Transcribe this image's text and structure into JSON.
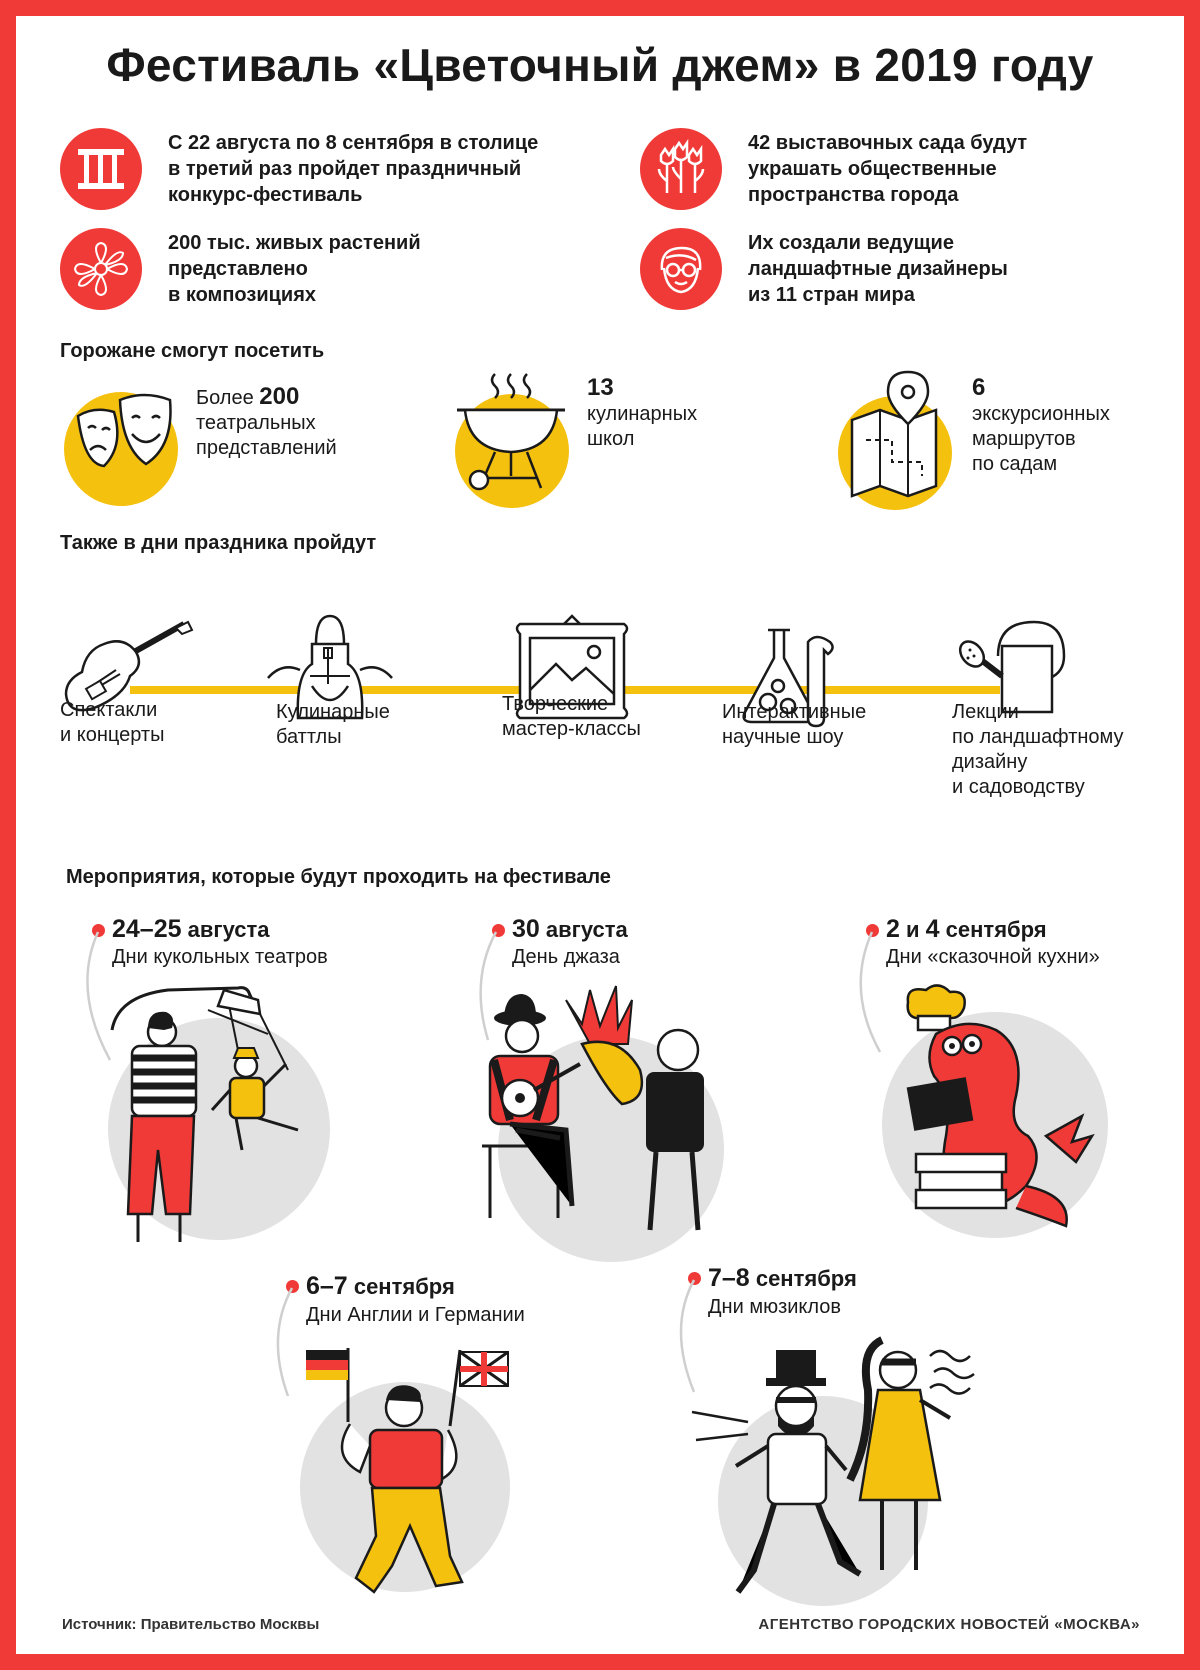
{
  "title": "Фестиваль «Цветочный джем» в 2019 году",
  "facts": [
    {
      "icon": "roman-three-icon",
      "text": "С 22 августа по 8 сентября в столице\nв третий раз пройдет праздничный\nконкурс-фестиваль"
    },
    {
      "icon": "tulips-icon",
      "text": "42 выставочных сада будут\nукрашать общественные\nпространства города"
    },
    {
      "icon": "flower-icon",
      "text": "200 тыс. живых растений\nпредставлено\nв композициях"
    },
    {
      "icon": "designer-face-icon",
      "text": "Их создали ведущие\nландшафтные дизайнеры\nиз 11 стран мира"
    }
  ],
  "visit_heading": "Горожане смогут посетить",
  "visits": [
    {
      "icon": "theatre-masks-icon",
      "prefix": "Более ",
      "number": "200",
      "text": "театральных\nпредставлений"
    },
    {
      "icon": "grill-icon",
      "number": "13",
      "text": "кулинарных\nшкол"
    },
    {
      "icon": "map-pin-icon",
      "number": "6",
      "text": "экскурсионных\nмаршрутов\nпо садам"
    }
  ],
  "activities_heading": "Также в дни праздника пройдут",
  "activities": [
    {
      "icon": "guitar-icon",
      "label": "Спектакли\nи концерты"
    },
    {
      "icon": "apron-icon",
      "label": "Кулинарные\nбаттлы"
    },
    {
      "icon": "picture-frame-icon",
      "label": "Творческие\nмастер-классы"
    },
    {
      "icon": "flasks-icon",
      "label": "Интерактивные\nнаучные шоу"
    },
    {
      "icon": "watering-can-icon",
      "label": "Лекции\nпо ландшафтному\nдизайну\nи садоводству"
    }
  ],
  "events_heading": "Мероприятия, которые будут проходить на фестивале",
  "events": [
    {
      "date_num": "24–25",
      "date_rest": " августа",
      "name": "Дни кукольных театров",
      "icon": "puppeteer-illustration"
    },
    {
      "date_num": "30",
      "date_rest": " августа",
      "name": "День джаза",
      "icon": "jazz-musicians-illustration"
    },
    {
      "date_num": "2",
      "date_mid": " и ",
      "date_num2": "4",
      "date_rest": " сентября",
      "name": "Дни «сказочной кухни»",
      "icon": "dragon-chef-illustration"
    },
    {
      "date_num": "6–7",
      "date_rest": " сентября",
      "name": "Дни Англии и Германии",
      "icon": "flags-man-illustration"
    },
    {
      "date_num": "7–8",
      "date_rest": " сентября",
      "name": "Дни мюзиклов",
      "icon": "singers-illustration"
    }
  ],
  "footer": {
    "source": "Источник: Правительство Москвы",
    "agency": "АГЕНТСТВО ГОРОДСКИХ НОВОСТЕЙ «МОСКВА»"
  },
  "colors": {
    "red": "#f03a37",
    "yellow": "#f5c10f",
    "gray": "#e2e2e2",
    "ink": "#1a1a1a"
  }
}
